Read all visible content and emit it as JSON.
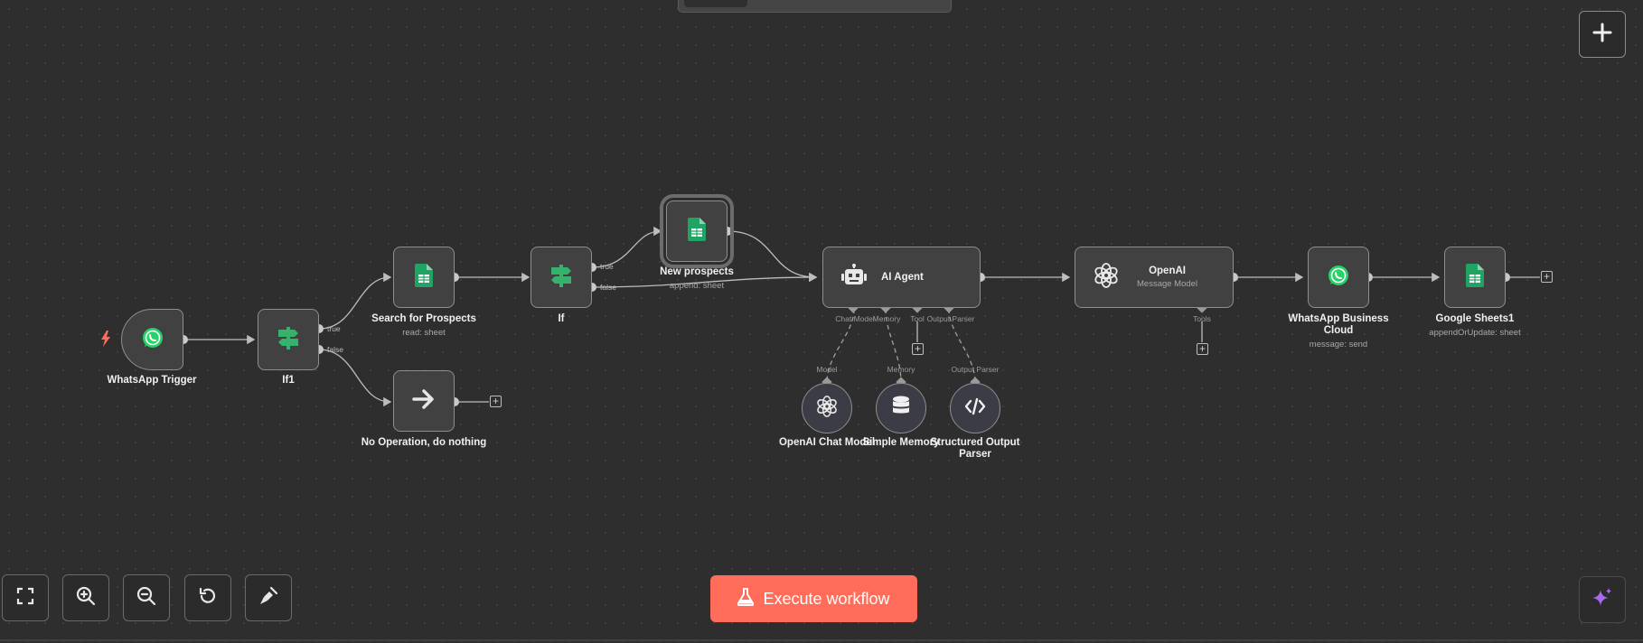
{
  "toolbar": {
    "add_node_icon": "plus-icon",
    "ask_ai_icon": "sparkle-icon",
    "execute_label": "Execute workflow",
    "execute_icon": "flask-icon",
    "controls": [
      "fit-view-icon",
      "zoom-in-icon",
      "zoom-out-icon",
      "reset-zoom-icon",
      "tidy-up-icon"
    ]
  },
  "nodes": {
    "whatsapp_trigger": {
      "label": "WhatsApp Trigger",
      "icon": "whatsapp-icon"
    },
    "if1": {
      "label": "If1",
      "icon": "signpost-icon"
    },
    "search_prospects": {
      "label": "Search for Prospects",
      "subtitle": "read: sheet",
      "icon": "google-sheets-icon"
    },
    "no_op": {
      "label": "No Operation, do nothing",
      "icon": "arrow-right-icon"
    },
    "if": {
      "label": "If",
      "icon": "signpost-icon"
    },
    "new_prospects": {
      "label": "New prospects",
      "subtitle": "append: sheet",
      "icon": "google-sheets-icon"
    },
    "ai_agent": {
      "label": "AI Agent",
      "icon": "robot-icon",
      "ports": [
        "Chat Model",
        "Memory",
        "Tool",
        "Output Parser"
      ]
    },
    "openai": {
      "label": "OpenAI",
      "subtitle": "Message Model",
      "icon": "openai-icon",
      "port": "Tools"
    },
    "whatsapp_business": {
      "label_line1": "WhatsApp Business",
      "label_line2": "Cloud",
      "subtitle": "message: send",
      "icon": "whatsapp-icon"
    },
    "google_sheets1": {
      "label": "Google Sheets1",
      "subtitle": "appendOrUpdate: sheet",
      "icon": "google-sheets-icon"
    },
    "openai_chat_model": {
      "label": "OpenAI Chat Model",
      "icon": "openai-icon",
      "conn_label": "Model"
    },
    "simple_memory": {
      "label": "Simple Memory",
      "icon": "database-icon",
      "conn_label": "Memory"
    },
    "structured_parser": {
      "label_line1": "Structured Output",
      "label_line2": "Parser",
      "icon": "code-icon",
      "conn_label": "Output Parser"
    }
  },
  "branches": {
    "true_label": "true",
    "false_label": "false"
  },
  "colors": {
    "canvas": "#2e2e2e",
    "node_bg": "#414141",
    "node_border": "#8e8e8e",
    "accent": "#ff6d5a",
    "sheets_green": "#1fa463",
    "whatsapp_green": "#25d366",
    "trigger_bolt": "#ff6d5a"
  }
}
